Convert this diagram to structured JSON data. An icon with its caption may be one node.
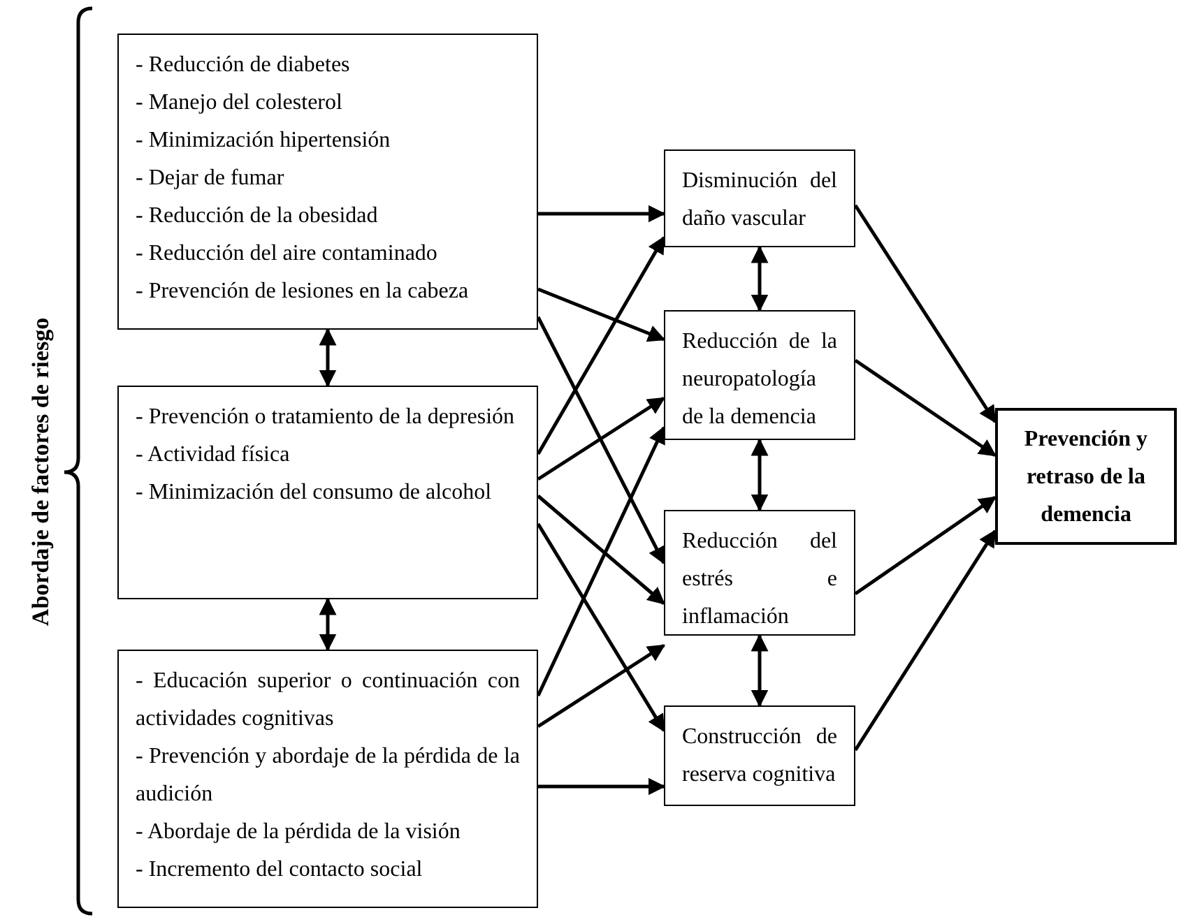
{
  "diagram": {
    "nodes": [
      {
        "text": [
          "- Reducción de diabetes",
          "- Manejo del colesterol",
          "- Minimización hipertensión",
          "- Dejar de fumar",
          "- Reducción de la obesidad",
          "- Reducción del aire contaminado",
          "- Prevención de lesiones en la cabeza"
        ]
      },
      {
        "text": [
          "- Prevención o tratamiento de la depresión",
          "- Actividad física",
          "- Minimización del consumo de alcohol"
        ]
      },
      {
        "text": [
          "- Educación superior o continuación con actividades cognitivas",
          "- Prevención y abordaje de la pérdida de la audición",
          "- Abordaje de la pérdida de la visión",
          "- Incremento del contacto social"
        ]
      },
      {
        "text": [
          "Disminución del daño vascular"
        ]
      },
      {
        "text": [
          "Reducción de la neuropatología de la demencia"
        ]
      },
      {
        "text": [
          "Reducción del estrés e inflamación"
        ]
      },
      {
        "text": [
          "Construcción de reserva cognitiva"
        ]
      },
      {
        "text": [
          "Prevención y retraso de la demencia"
        ]
      }
    ],
    "edges": [
      {
        "from": 0,
        "to": 3,
        "arrow": "to"
      },
      {
        "from": 0,
        "to": 4,
        "arrow": "to"
      },
      {
        "from": 0,
        "to": 5,
        "arrow": "to"
      },
      {
        "from": 1,
        "to": 3,
        "arrow": "to"
      },
      {
        "from": 1,
        "to": 4,
        "arrow": "to"
      },
      {
        "from": 1,
        "to": 5,
        "arrow": "to"
      },
      {
        "from": 1,
        "to": 6,
        "arrow": "to"
      },
      {
        "from": 2,
        "to": 4,
        "arrow": "to"
      },
      {
        "from": 2,
        "to": 5,
        "arrow": "to"
      },
      {
        "from": 2,
        "to": 6,
        "arrow": "to"
      },
      {
        "from": 0,
        "to": 1,
        "arrow": "both"
      },
      {
        "from": 1,
        "to": 2,
        "arrow": "both"
      },
      {
        "from": 3,
        "to": 4,
        "arrow": "both"
      },
      {
        "from": 4,
        "to": 5,
        "arrow": "both"
      },
      {
        "from": 5,
        "to": 6,
        "arrow": "both"
      },
      {
        "from": 3,
        "to": 7,
        "arrow": "to"
      },
      {
        "from": 4,
        "to": 7,
        "arrow": "to"
      },
      {
        "from": 5,
        "to": 7,
        "arrow": "to"
      },
      {
        "from": 6,
        "to": 7,
        "arrow": "to"
      }
    ],
    "labels": [
      "Abordaje de factores de riesgo"
    ]
  }
}
